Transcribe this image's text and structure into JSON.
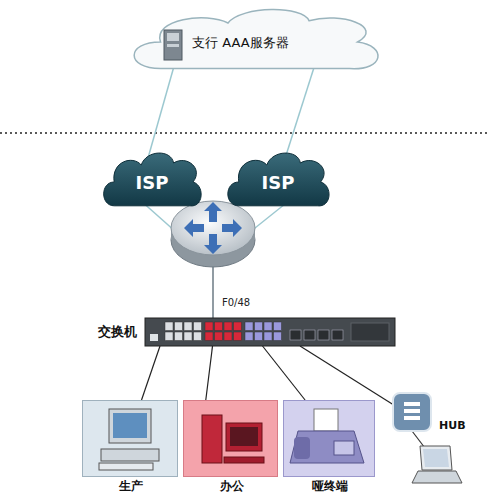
{
  "diagram": {
    "nodes": [
      {
        "text": [
          "支行 AAA服务器"
        ]
      },
      {
        "text": [
          "ISP"
        ]
      },
      {
        "text": [
          "ISP"
        ]
      },
      {
        "text": [
          "交换机"
        ]
      },
      {
        "text": [
          "生产"
        ]
      },
      {
        "text": [
          "办公"
        ]
      },
      {
        "text": [
          "哑终端"
        ]
      },
      {
        "text": [
          "HUB"
        ]
      }
    ],
    "edges": [
      {
        "from": 0,
        "to": 1,
        "arrow": "none"
      },
      {
        "from": 0,
        "to": 2,
        "arrow": "none"
      },
      {
        "from": 3,
        "to": 4,
        "arrow": "none"
      },
      {
        "from": 3,
        "to": 5,
        "arrow": "none"
      },
      {
        "from": 3,
        "to": 6,
        "arrow": "none"
      },
      {
        "from": 3,
        "to": 7,
        "arrow": "none"
      }
    ],
    "labels": [
      "F0/48"
    ]
  }
}
